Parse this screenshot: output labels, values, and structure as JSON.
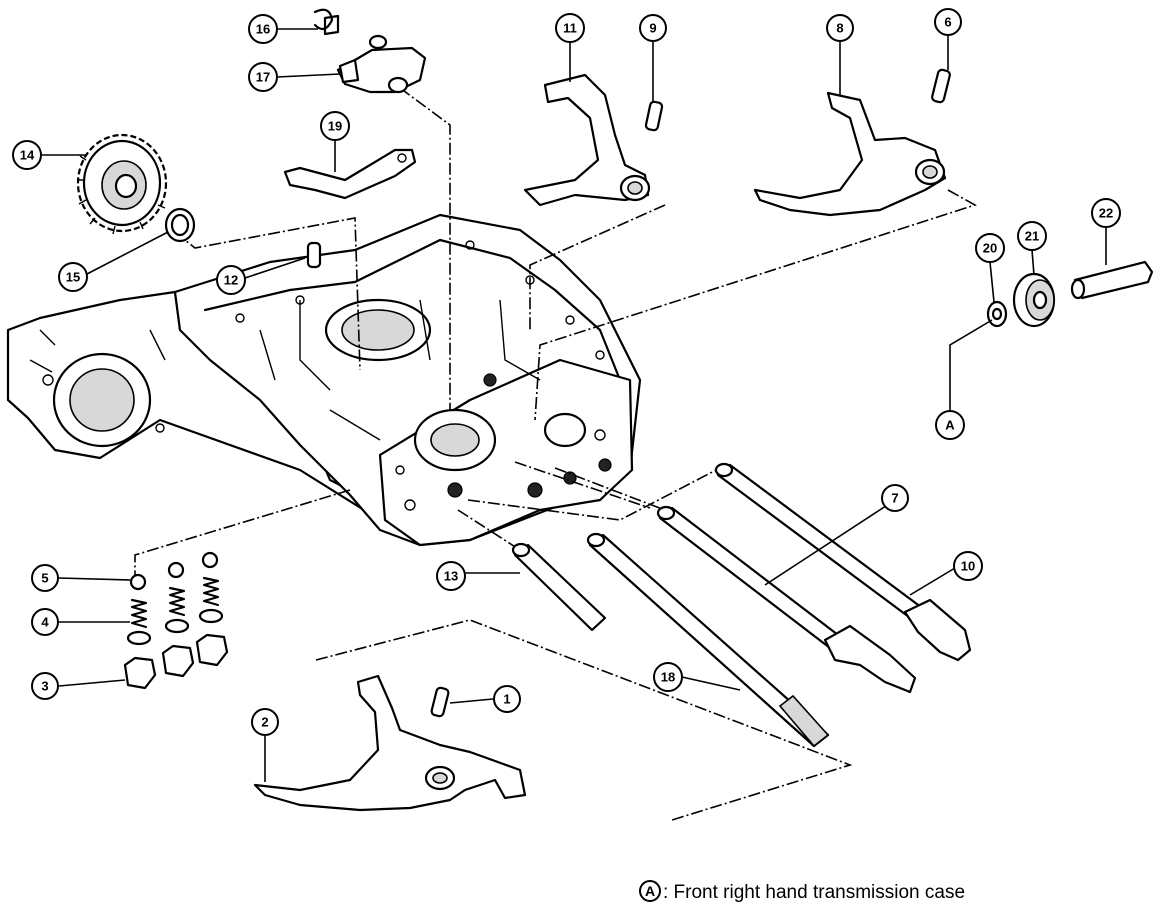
{
  "callouts": [
    {
      "id": "c1",
      "label": "1"
    },
    {
      "id": "c2",
      "label": "2"
    },
    {
      "id": "c3",
      "label": "3"
    },
    {
      "id": "c4",
      "label": "4"
    },
    {
      "id": "c5",
      "label": "5"
    },
    {
      "id": "c6",
      "label": "6"
    },
    {
      "id": "c7",
      "label": "7"
    },
    {
      "id": "c8",
      "label": "8"
    },
    {
      "id": "c9",
      "label": "9"
    },
    {
      "id": "c10",
      "label": "10"
    },
    {
      "id": "c11",
      "label": "11"
    },
    {
      "id": "c12",
      "label": "12"
    },
    {
      "id": "c13",
      "label": "13"
    },
    {
      "id": "c14",
      "label": "14"
    },
    {
      "id": "c15",
      "label": "15"
    },
    {
      "id": "c16",
      "label": "16"
    },
    {
      "id": "c17",
      "label": "17"
    },
    {
      "id": "c18",
      "label": "18"
    },
    {
      "id": "c19",
      "label": "19"
    },
    {
      "id": "c20",
      "label": "20"
    },
    {
      "id": "c21",
      "label": "21"
    },
    {
      "id": "c22",
      "label": "22"
    },
    {
      "id": "cA",
      "label": "A"
    }
  ],
  "caption": {
    "mark": "A",
    "text": ": Front right hand transmission case"
  }
}
